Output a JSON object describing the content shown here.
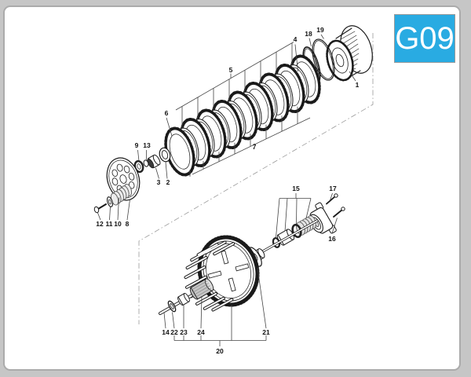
{
  "page": {
    "code": "G09",
    "accent_color": "#29ABE2",
    "line_color": "#1a1a1a",
    "background": "#c6c6c6"
  },
  "diagram": {
    "callouts": [
      {
        "label": "1"
      },
      {
        "label": "2"
      },
      {
        "label": "3"
      },
      {
        "label": "4"
      },
      {
        "label": "5"
      },
      {
        "label": "6"
      },
      {
        "label": "7"
      },
      {
        "label": "8"
      },
      {
        "label": "9"
      },
      {
        "label": "10"
      },
      {
        "label": "11"
      },
      {
        "label": "12"
      },
      {
        "label": "13"
      },
      {
        "label": "14"
      },
      {
        "label": "15"
      },
      {
        "label": "16"
      },
      {
        "label": "17"
      },
      {
        "label": "18"
      },
      {
        "label": "19"
      },
      {
        "label": "20"
      },
      {
        "label": "21"
      },
      {
        "label": "22"
      },
      {
        "label": "23"
      },
      {
        "label": "24"
      }
    ]
  }
}
